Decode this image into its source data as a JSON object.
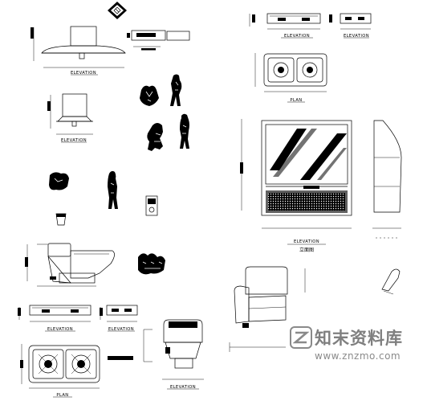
{
  "drawing": {
    "labels": {
      "hood_large": "ELEVATION",
      "hood_small": "ELEVATION",
      "stove_top_elev": "ELEVATION",
      "stove_top_elev_small": "ELEVATION",
      "stove_top_plan": "PLAN",
      "tv_elev": "ELEVATION",
      "tv_cn": "立面图",
      "stove_bottom_elev": "ELEVATION",
      "stove_bottom_elev_small": "ELEVATION",
      "stove_bottom_plan": "PLAN",
      "toilet_elev": "ELEVATION"
    },
    "blocks": [
      "range-hood",
      "audio-unit",
      "figure-sketches",
      "gas-stove",
      "television",
      "toilet",
      "armchair"
    ]
  },
  "watermark": {
    "brand": "知末资料库",
    "url": "www.znzmo.com"
  },
  "colors": {
    "line": "#000000",
    "paper": "#ffffff",
    "watermark": "#7f7f7f"
  }
}
